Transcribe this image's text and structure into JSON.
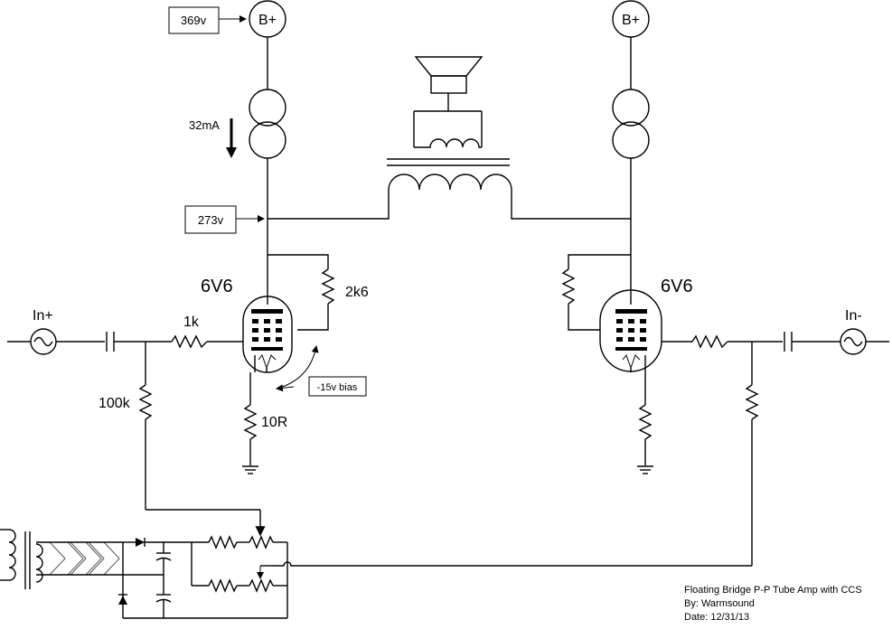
{
  "labels": {
    "bplus_left": "B+",
    "bplus_right": "B+",
    "supply_voltage": "369v",
    "plate_voltage": "273v",
    "current": "32mA",
    "tube_left": "6V6",
    "tube_right": "6V6",
    "r_plate_load": "2k6",
    "r_grid_stopper": "1k",
    "r_grid_leak": "100k",
    "r_cathode": "10R",
    "bias": "-15v bias",
    "input_pos": "In+",
    "input_neg": "In-"
  },
  "title_block": {
    "line1": "Floating Bridge P-P Tube Amp with CCS",
    "line2": "By:  Warmsound",
    "line3": "Date:  12/31/13"
  }
}
